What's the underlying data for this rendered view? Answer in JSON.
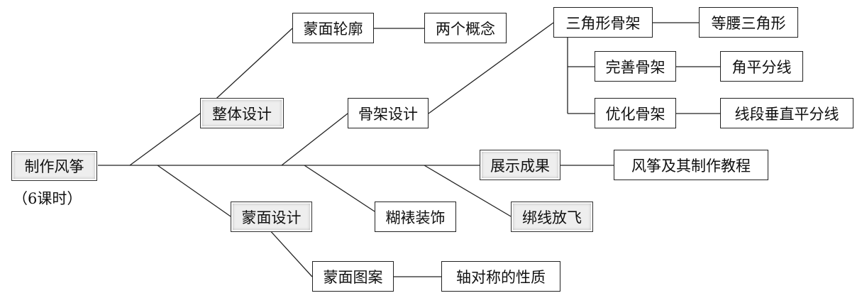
{
  "root": {
    "label": "制作风筝",
    "caption": "（6课时）"
  },
  "nodes": {
    "overall_design": "整体设计",
    "kite_outline": "蒙面轮廓",
    "two_concepts": "两个概念",
    "frame_design": "骨架设计",
    "triangle_frame": "三角形骨架",
    "isosceles_triangle": "等腰三角形",
    "perfect_frame": "完善骨架",
    "angle_bisector": "角平分线",
    "optimize_frame": "优化骨架",
    "perpendicular_bisector": "线段垂直平分线",
    "show_results": "展示成果",
    "kite_tutorial": "风筝及其制作教程",
    "paste_decorate": "糊裱装饰",
    "tie_fly": "绑线放飞",
    "cover_design": "蒙面设计",
    "cover_pattern": "蒙面图案",
    "axis_symmetry": "轴对称的性质"
  }
}
